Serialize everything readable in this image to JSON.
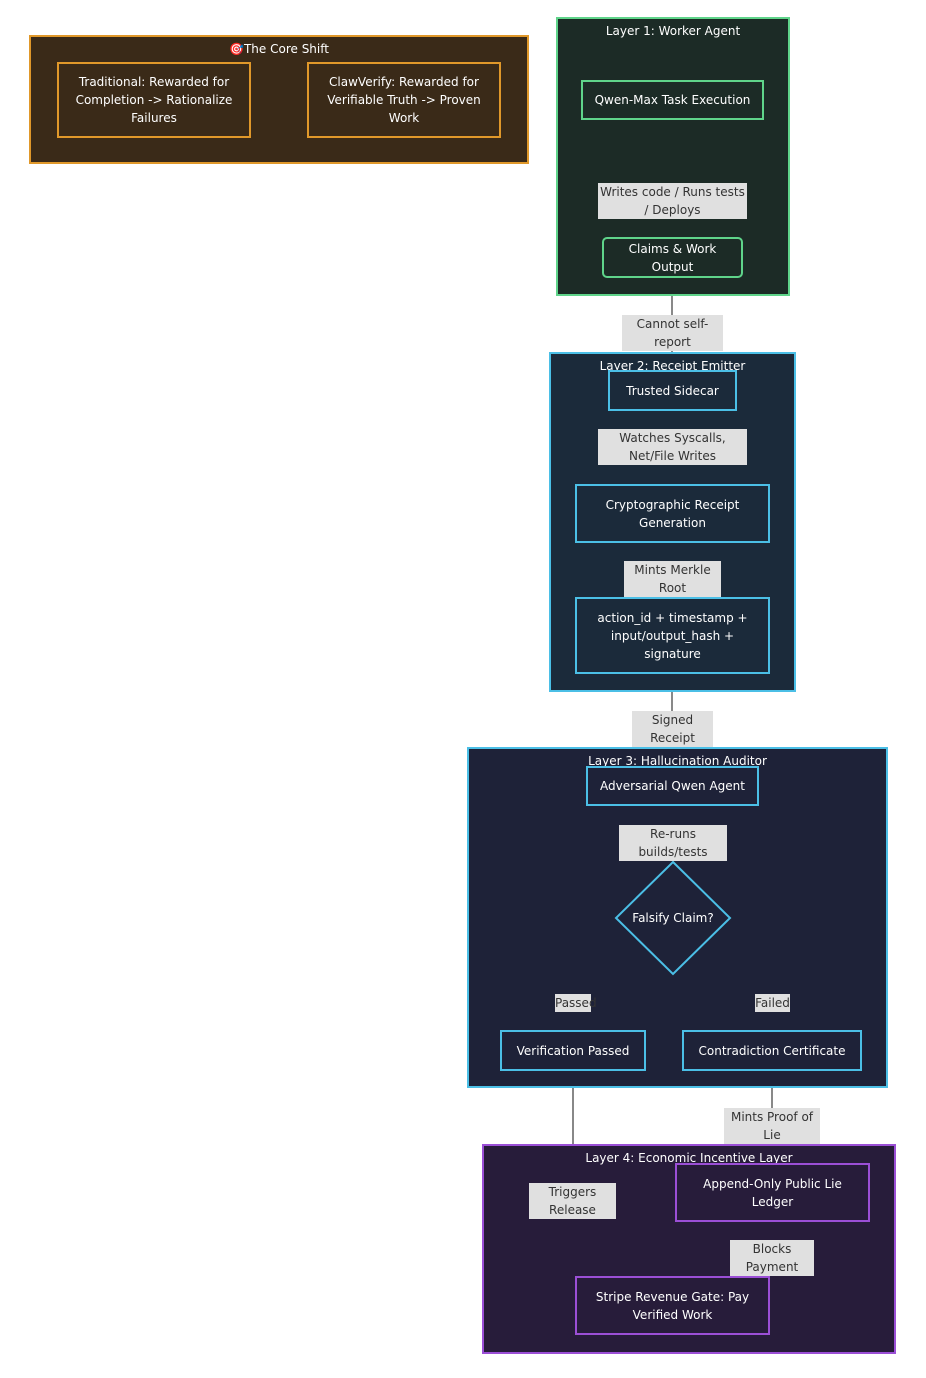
{
  "colors": {
    "shift_fill": "#3a2a18",
    "shift_stroke": "#e0982a",
    "worker_fill": "#1c2b26",
    "worker_stroke": "#5fd48a",
    "receipt_fill": "#1b2a3a",
    "receipt_stroke": "#4bbfe6",
    "auditor_fill": "#1e2238",
    "auditor_stroke": "#4bbfe6",
    "economic_fill": "#271c3a",
    "economic_stroke": "#9b4fd6",
    "edge": "#3a3a3a",
    "label_bg": "#e0e0e0"
  },
  "clusters": {
    "core_shift": {
      "title": "🎯The Core Shift"
    },
    "worker": {
      "title": "Layer 1: Worker Agent"
    },
    "receipt": {
      "title": "Layer 2: Receipt Emitter"
    },
    "auditor": {
      "title": "Layer 3: Hallucination Auditor"
    },
    "economic": {
      "title": "Layer 4: Economic Incentive Layer"
    }
  },
  "nodes": {
    "traditional": "Traditional: Rewarded for Completion -> Rationalize Failures",
    "clawverify": "ClawVerify: Rewarded for Verifiable Truth -> Proven Work",
    "qwen_max": "Qwen-Max Task Execution",
    "claims": "Claims & Work Output",
    "sidecar": "Trusted Sidecar",
    "crypto": "Cryptographic Receipt Generation",
    "receipt_fields": "action_id + timestamp + input/output_hash + signature",
    "adversarial": "Adversarial Qwen Agent",
    "falsify": "Falsify Claim?",
    "passed_node": "Verification Passed",
    "contradiction": "Contradiction Certificate",
    "ledger": "Append-Only Public Lie Ledger",
    "stripe": "Stripe Revenue Gate: Pay Verified Work"
  },
  "edge_labels": {
    "writes": "Writes code / Runs tests / Deploys",
    "cannot": "Cannot self-report",
    "watches": "Watches Syscalls, Net/File Writes",
    "mints_merkle": "Mints Merkle Root",
    "signed": "Signed Receipt",
    "reruns": "Re-runs builds/tests",
    "passed": "Passed",
    "failed": "Failed",
    "mints_proof": "Mints Proof of Lie",
    "triggers": "Triggers Release",
    "blocks": "Blocks Payment"
  }
}
